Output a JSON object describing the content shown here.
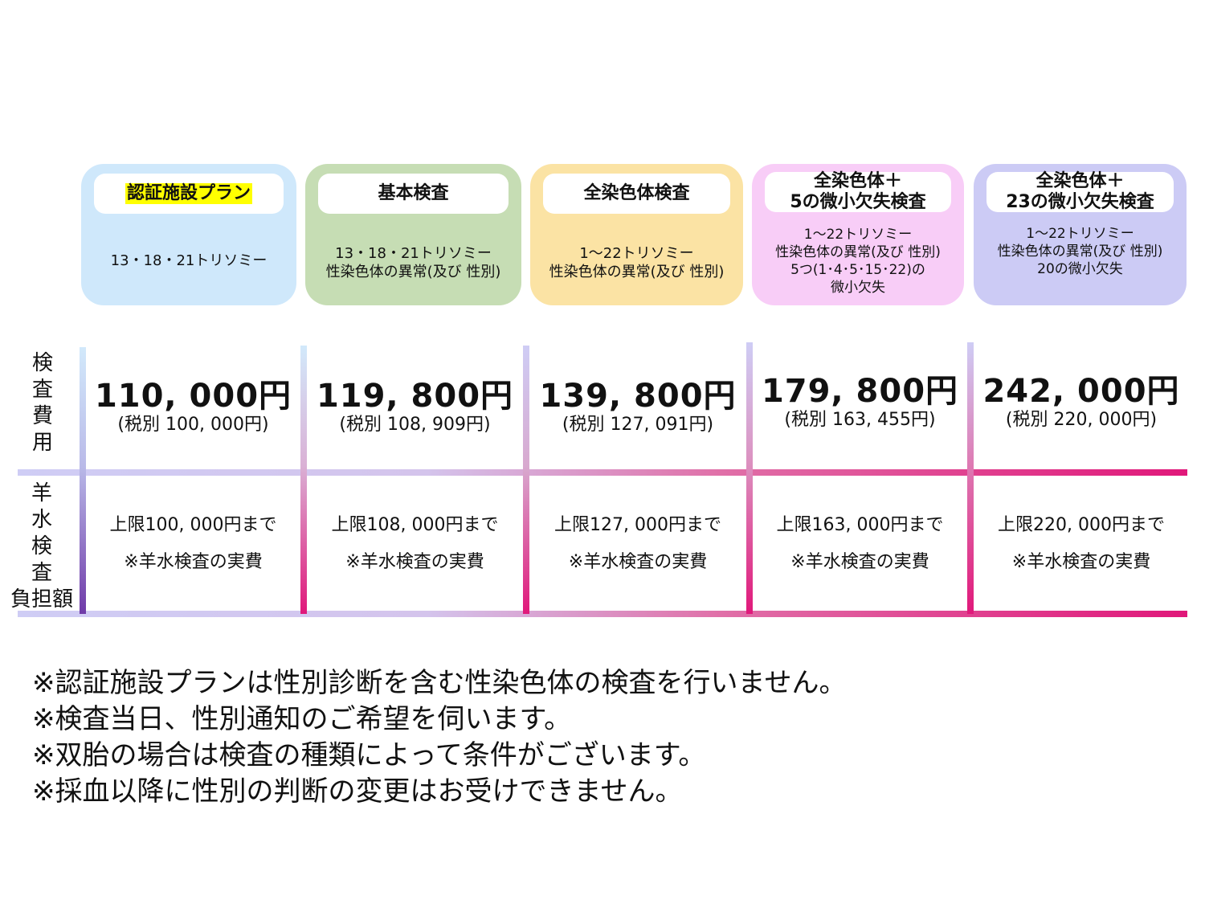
{
  "plans": [
    {
      "name": "認証施設プラン",
      "highlight": true,
      "bg": "#cfe8fb",
      "lines": [
        "13・18・21トリソミー"
      ]
    },
    {
      "name": "基本検査",
      "highlight": false,
      "bg": "#c6ddb4",
      "lines": [
        "13・18・21トリソミー",
        "性染色体の異常(及び 性別)"
      ]
    },
    {
      "name": "全染色体検査",
      "highlight": false,
      "bg": "#fbe3a4",
      "lines": [
        "1～22トリソミー",
        "性染色体の異常(及び 性別)"
      ]
    },
    {
      "name_line1": "全染色体＋",
      "name_line2": "5の微小欠失検査",
      "highlight": false,
      "bg": "#f8cdf7",
      "lines": [
        "1～22トリソミー",
        "性染色体の異常(及び 性別)",
        "5つ(1･4･5･15･22)の",
        "微小欠失"
      ]
    },
    {
      "name_line1": "全染色体＋",
      "name_line2": "23の微小欠失検査",
      "highlight": false,
      "bg": "#cccbf5",
      "lines": [
        "1～22トリソミー",
        "性染色体の異常(及び 性別)",
        "20の微小欠失"
      ]
    }
  ],
  "row_labels": {
    "exam_fee": [
      "検",
      "査",
      "費",
      "用"
    ],
    "amnio": [
      "羊",
      "水",
      "検",
      "査",
      "負担額"
    ]
  },
  "prices": [
    {
      "price": "110, 000円",
      "tax_excluded": "(税別 100, 000円)",
      "amnio_limit": "上限100, 000円まで",
      "amnio_note": "※羊水検査の実費"
    },
    {
      "price": "119, 800円",
      "tax_excluded": "(税別 108, 909円)",
      "amnio_limit": "上限108, 000円まで",
      "amnio_note": "※羊水検査の実費"
    },
    {
      "price": "139, 800円",
      "tax_excluded": "(税別 127, 091円)",
      "amnio_limit": "上限127, 000円まで",
      "amnio_note": "※羊水検査の実費"
    },
    {
      "price": "179, 800円",
      "tax_excluded": "(税別 163, 455円)",
      "amnio_limit": "上限163, 000円まで",
      "amnio_note": "※羊水検査の実費"
    },
    {
      "price": "242, 000円",
      "tax_excluded": "(税別 220, 000円)",
      "amnio_limit": "上限220, 000円まで",
      "amnio_note": "※羊水検査の実費"
    }
  ],
  "notes": [
    "※認証施設プランは性別診断を含む性染色体の検査を行いません。",
    "※検査当日、性別通知のご希望を伺います。",
    "※双胎の場合は検査の種類によって条件がございます。",
    "※採血以降に性別の判断の変更はお受けできません。"
  ],
  "colors": {
    "line_start": "#cfcdf5",
    "line_end": "#e0187a",
    "highlight": "#ffff00"
  }
}
